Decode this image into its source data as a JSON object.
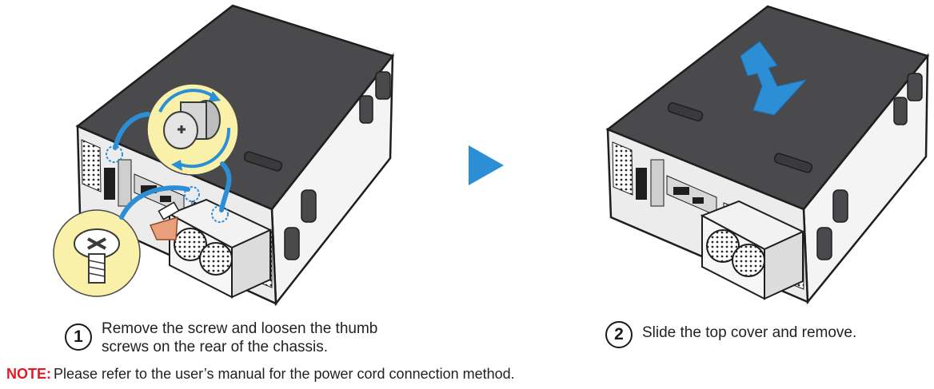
{
  "steps": [
    {
      "number": "1",
      "text_line1": "Remove the screw and loosen the thumb",
      "text_line2": "screws on the rear of the chassis."
    },
    {
      "number": "2",
      "text_line1": "Slide the top cover and remove."
    }
  ],
  "note": {
    "label": "NOTE:",
    "text": "Please refer to the user’s manual for the power cord connection method."
  },
  "icons": {
    "step1_illustration": "chassis-screw-removal-illustration",
    "step2_illustration": "chassis-cover-slide-illustration",
    "next_arrow": "play-arrow-icon",
    "slide_arrow": "slide-direction-arrow-icon"
  },
  "colors": {
    "chassis_top": "#4a4a4c",
    "callout_fill": "#f9f0a9",
    "arrow_blue": "#2c8fd6",
    "note_red": "#e21a23"
  }
}
